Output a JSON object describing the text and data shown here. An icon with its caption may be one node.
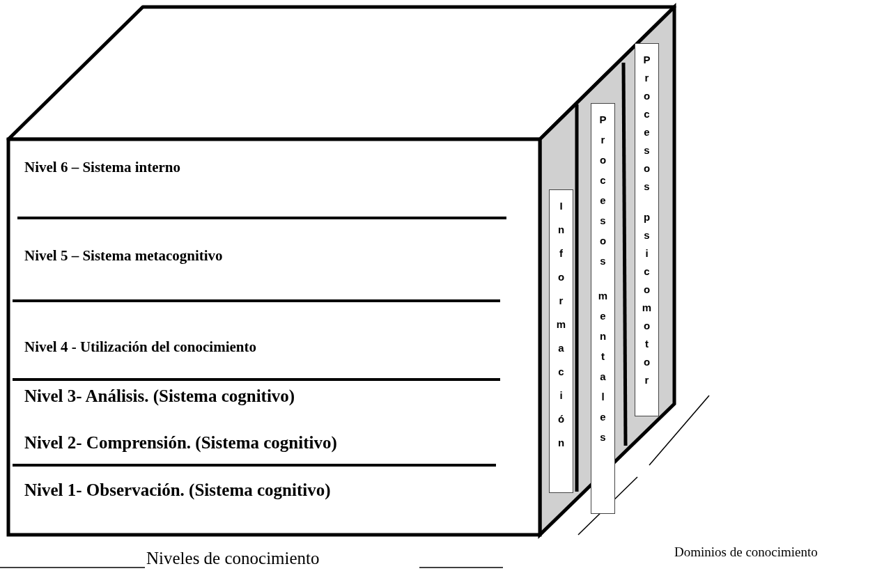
{
  "diagram": {
    "nodes": [
      {
        "text": [
          "Información"
        ]
      },
      {
        "text": [
          "Procesos mentales"
        ]
      },
      {
        "text": [
          "Procesos psicomotor"
        ]
      }
    ],
    "labels": [
      "Nivel 6 – Sistema interno",
      "Nivel 5 – Sistema metacognitivo",
      "Nivel 4 - Utilización del conocimiento",
      "Nivel 3- Análisis.  (Sistema cognitivo)",
      "Nivel 2- Comprensión. (Sistema cognitivo)",
      "Nivel 1- Observación. (Sistema cognitivo)",
      "Dominios de conocimiento",
      "Niveles de conocimiento"
    ]
  }
}
